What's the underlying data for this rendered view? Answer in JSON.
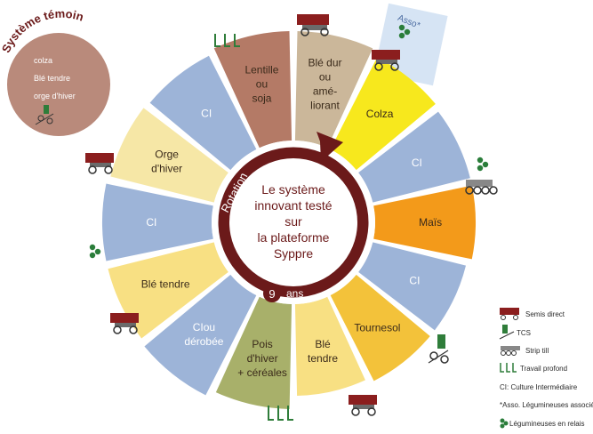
{
  "colors": {
    "ci_blue": "#9db4d8",
    "lentil_brown": "#b47a66",
    "wheat_tan": "#cbb79a",
    "colza_yellow": "#f7e81d",
    "mais_orange": "#f39a1a",
    "tournesol_gold": "#f3c23a",
    "ble_yellow": "#f8e083",
    "pois_olive": "#a8b06a",
    "orge_cream": "#f6e7a6",
    "center_red": "#6b1a1a",
    "control_mauve": "#b98a7b"
  },
  "control_system": {
    "title": "Système témoin",
    "crops": [
      "colza",
      "Blé tendre",
      "orge d'hiver"
    ]
  },
  "assoc_label": "Asso*",
  "center": {
    "rotation_label": "Rotation",
    "lines": [
      "Le système",
      "innovant testé",
      "sur",
      "la plateforme",
      "Syppre"
    ],
    "duration_number": "9",
    "duration_unit": "ans"
  },
  "segments": [
    {
      "id": "lentille",
      "lines": [
        "Lentille",
        "ou",
        "soja"
      ],
      "color": "lentil_brown"
    },
    {
      "id": "ble-dur",
      "lines": [
        "Blé dur",
        "ou",
        "amé-",
        "liorant"
      ],
      "color": "wheat_tan"
    },
    {
      "id": "colza",
      "lines": [
        "Colza"
      ],
      "color": "colza_yellow"
    },
    {
      "id": "ci-1",
      "lines": [
        "CI"
      ],
      "color": "ci_blue"
    },
    {
      "id": "mais",
      "lines": [
        "Maïs"
      ],
      "color": "mais_orange"
    },
    {
      "id": "ci-2",
      "lines": [
        "CI"
      ],
      "color": "ci_blue"
    },
    {
      "id": "tournesol",
      "lines": [
        "Tournesol"
      ],
      "color": "tournesol_gold"
    },
    {
      "id": "ble-tendre-1",
      "lines": [
        "Blé",
        "tendre"
      ],
      "color": "ble_yellow"
    },
    {
      "id": "pois",
      "lines": [
        "Pois",
        "d'hiver",
        "+ céréales"
      ],
      "color": "pois_olive"
    },
    {
      "id": "ciu-derobee",
      "lines": [
        "CIou",
        "dérobée"
      ],
      "color": "ci_blue"
    },
    {
      "id": "ble-tendre-2",
      "lines": [
        "Blé tendre"
      ],
      "color": "ble_yellow"
    },
    {
      "id": "ci-3",
      "lines": [
        "CI"
      ],
      "color": "ci_blue"
    },
    {
      "id": "orge",
      "lines": [
        "Orge",
        "d'hiver"
      ],
      "color": "orge_cream"
    },
    {
      "id": "ci-4",
      "lines": [
        "CI"
      ],
      "color": "ci_blue"
    }
  ],
  "legend": [
    {
      "icon": "seed-drill-icon",
      "text": "Semis direct"
    },
    {
      "icon": "tcs-icon",
      "text": "TCS"
    },
    {
      "icon": "strip-till-icon",
      "text": "Strip till"
    },
    {
      "icon": "deep-tillage-icon",
      "text": "Travail profond"
    },
    {
      "icon": "",
      "text": "CI: Culture Intermédiaire"
    },
    {
      "icon": "",
      "text": "*Asso. Légumineuses associées"
    },
    {
      "icon": "clover-icon",
      "text": "Légumineuses en relais"
    }
  ]
}
